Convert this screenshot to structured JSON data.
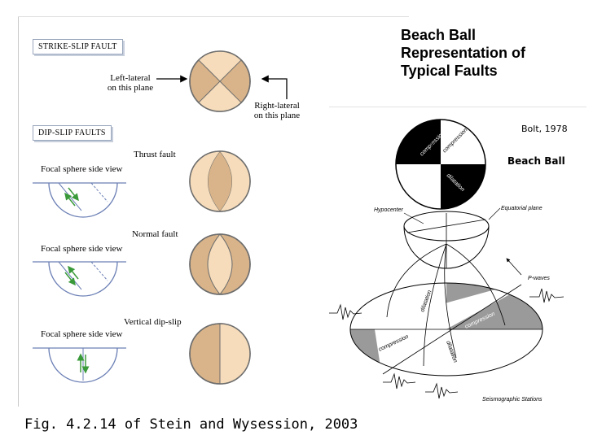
{
  "strike_slip": {
    "title": "STRIKE-SLIP FAULT",
    "left_label_1": "Left-lateral",
    "left_label_2": "on this plane",
    "right_label_1": "Right-lateral",
    "right_label_2": "on this plane"
  },
  "dip_slip": {
    "title": "DIP-SLIP FAULTS",
    "side_view_label": "Focal sphere side view",
    "thrust": "Thrust fault",
    "normal": "Normal fault",
    "vertical": "Vertical dip-slip"
  },
  "right_panel": {
    "title_1": "Beach Ball",
    "title_2": "Representation of",
    "title_3": "Typical Faults",
    "credit": "Bolt, 1978",
    "beach_ball": "Beach Ball",
    "compression": "compression",
    "dilatation": "dilatation",
    "hypocenter": "Hypocenter",
    "equatorial": "Equatorial plane",
    "pwaves": "P-waves",
    "stations": "Seismographic Stations"
  },
  "caption": "Fig. 4.2.14 of Stein and Wysession, 2003",
  "colors": {
    "tan": "#d9b48a",
    "light_tan": "#f6dcba",
    "outline": "#6d6d6d",
    "blue": "#6b7fb5",
    "arrow_green": "#3a9a3a"
  }
}
